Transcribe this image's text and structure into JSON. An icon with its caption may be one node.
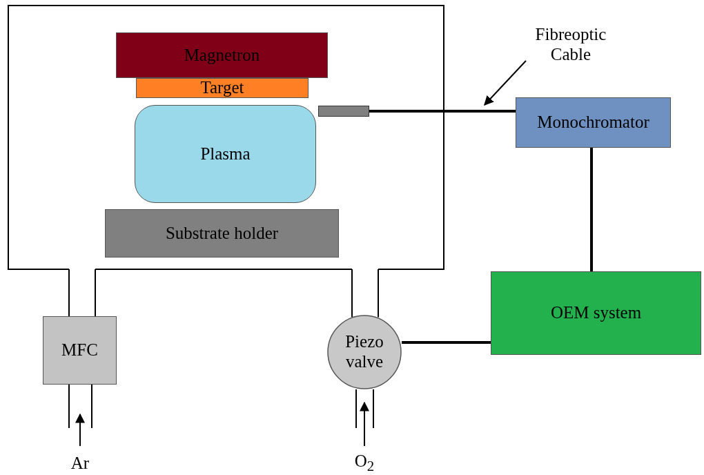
{
  "diagram": {
    "nodes": [
      {
        "text": [],
        "shape": "box"
      },
      {
        "text": [
          "Magnetron"
        ],
        "in": 0
      },
      {
        "text": [
          "Target"
        ],
        "in": 0
      },
      {
        "text": [
          "Plasma"
        ],
        "in": 0
      },
      {
        "text": [
          "Substrate holder"
        ],
        "in": 0
      },
      {
        "text": [],
        "shape": "bar",
        "in": 0
      },
      {
        "text": [
          "Monochromator"
        ]
      },
      {
        "text": [
          "OEM system"
        ]
      },
      {
        "text": [
          "MFC"
        ]
      },
      {
        "text": [
          "Piezo valve"
        ]
      },
      {
        "text": [
          "Fibreoptic Cable"
        ]
      },
      {
        "text": [
          "Ar"
        ]
      },
      {
        "text": [
          "O$_{2}$"
        ]
      }
    ],
    "edges": [
      {
        "from": 5,
        "to": 6,
        "arrow": "none",
        "style": "thick"
      },
      {
        "from": 6,
        "to": 7,
        "arrow": "none",
        "style": "thick"
      },
      {
        "from": 7,
        "to": 9,
        "arrow": "none",
        "style": "thick"
      },
      {
        "from": 10,
        "to": null,
        "arrow": "to"
      },
      {
        "from": 11,
        "to": 8,
        "arrow": "to"
      },
      {
        "from": 12,
        "to": 9,
        "arrow": "to"
      },
      {
        "from": 8,
        "to": 0,
        "arrow": "none"
      },
      {
        "from": 9,
        "to": 0,
        "arrow": "none"
      }
    ]
  }
}
